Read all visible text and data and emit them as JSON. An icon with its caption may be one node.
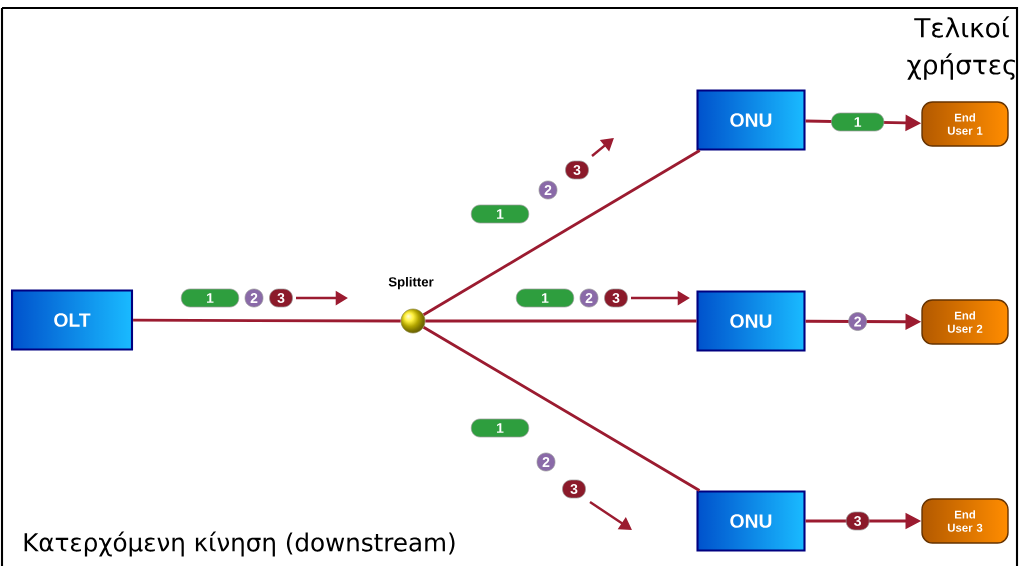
{
  "diagram": {
    "caption": "Κατερχόμενη κίνηση (downstream)",
    "nodes": [
      {
        "text": [
          "OLT"
        ]
      },
      {
        "text": [],
        "shape": "circle",
        "beside": [
          "Splitter"
        ]
      },
      {
        "text": [
          "ONU"
        ]
      },
      {
        "text": [
          "ONU"
        ]
      },
      {
        "text": [
          "ONU"
        ]
      },
      {
        "text": [
          "End User 1"
        ]
      },
      {
        "text": [
          "End User 2"
        ]
      },
      {
        "text": [
          "End User 3"
        ]
      }
    ],
    "edges": [
      {
        "from": 0,
        "to": 1,
        "arrow": "none"
      },
      {
        "from": 1,
        "to": 2,
        "arrow": "none"
      },
      {
        "from": 1,
        "to": 3,
        "arrow": "none"
      },
      {
        "from": 1,
        "to": 4,
        "arrow": "none"
      },
      {
        "from": 2,
        "to": 5,
        "arrow": "to",
        "label": "1"
      },
      {
        "from": 3,
        "to": 6,
        "arrow": "to",
        "label": "2"
      },
      {
        "from": 4,
        "to": 7,
        "arrow": "to",
        "label": "3"
      }
    ],
    "labels": [
      "Τελικοί χρήστες",
      "1",
      "2",
      "3",
      "1",
      "2",
      "3",
      "1",
      "2",
      "3",
      "1",
      "2",
      "3"
    ]
  }
}
